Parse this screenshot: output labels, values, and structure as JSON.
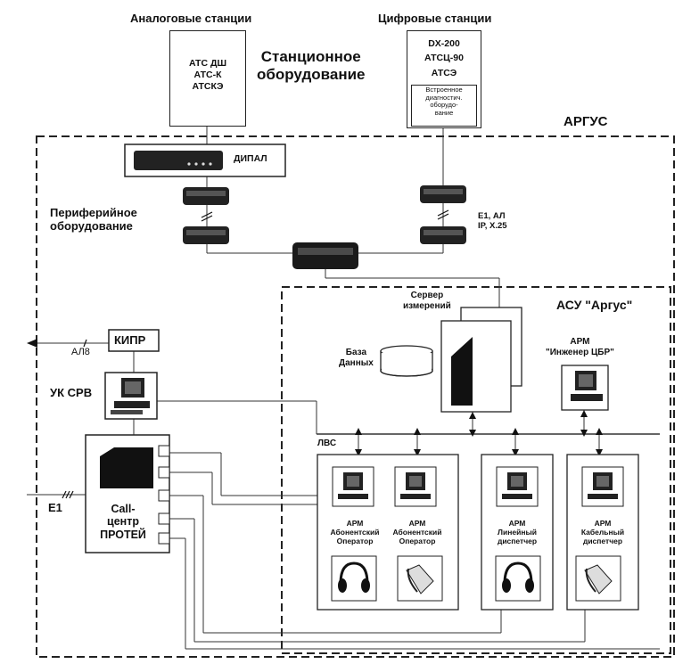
{
  "diagram": {
    "analog_title": "Аналоговые станции",
    "digital_title": "Цифровые станции",
    "station_equipment": [
      "Станционное",
      "оборудование"
    ],
    "analog_stations": [
      "АТС ДШ",
      "АТС-К",
      "АТСКЭ"
    ],
    "digital_stations": [
      "DX-200",
      "АТСЦ-90",
      "АТСЭ"
    ],
    "builtin_diag": [
      "Встроенное",
      "диагностич.",
      "оборудо-",
      "вание"
    ],
    "argus_title": "АРГУС",
    "dipal": "ДИПАЛ",
    "peripheral": [
      "Периферийное",
      "оборудование"
    ],
    "interfaces": [
      "E1, АЛ",
      "IP, X.25"
    ],
    "asu_title": "АСУ \"Аргус\"",
    "server": [
      "Сервер",
      "измерений"
    ],
    "database": [
      "База",
      "Данных"
    ],
    "arm_engineer": [
      "АРМ",
      "\"Инженер ЦБР\""
    ],
    "kipr": "КИПР",
    "al8": "АЛ8",
    "uk_srv": "УК СРВ",
    "lvs": "ЛВС",
    "e1": "E1",
    "call_center": [
      "Call-",
      "центр",
      "ПРОТЕЙ"
    ],
    "arm1": [
      "АРМ",
      "Абонентский",
      "Оператор"
    ],
    "arm2": [
      "АРМ",
      "Абонентский",
      "Оператор"
    ],
    "arm3": [
      "АРМ",
      "Линейный",
      "диспетчер"
    ],
    "arm4": [
      "АРМ",
      "Кабельный",
      "диспетчер"
    ]
  },
  "icons": [
    "modem-icon",
    "computer-icon",
    "server-icon",
    "database-icon",
    "headset-icon",
    "telephone-icon"
  ]
}
